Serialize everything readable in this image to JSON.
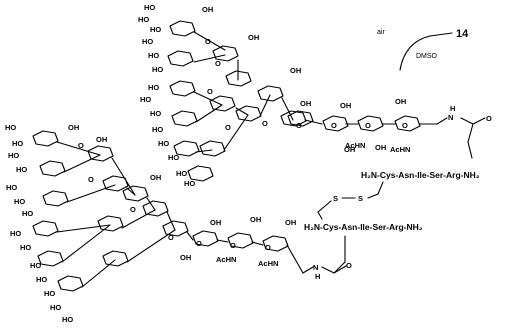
{
  "conditions": {
    "compound_number": "14",
    "reagent_top": "air",
    "reagent_bottom": "DMSO"
  },
  "upper_chain": {
    "peptide": "H₂N-Cys-Asn-Ile-Ser-Arg-NH₂",
    "amide_oxygen": "O",
    "amide_nh": "N",
    "amide_h": "H"
  },
  "lower_chain": {
    "peptide": "H₂N-Cys-Asn-Ile-Ser-Arg-NH₂",
    "amide_oxygen": "O",
    "amide_nh": "N",
    "amide_h": "H"
  },
  "disulfide": {
    "s1": "S",
    "s2": "S"
  },
  "glycan_labels": {
    "hydroxyl": "HO",
    "oh": "OH",
    "acetamido": "AcHN",
    "oxygen": "O"
  }
}
